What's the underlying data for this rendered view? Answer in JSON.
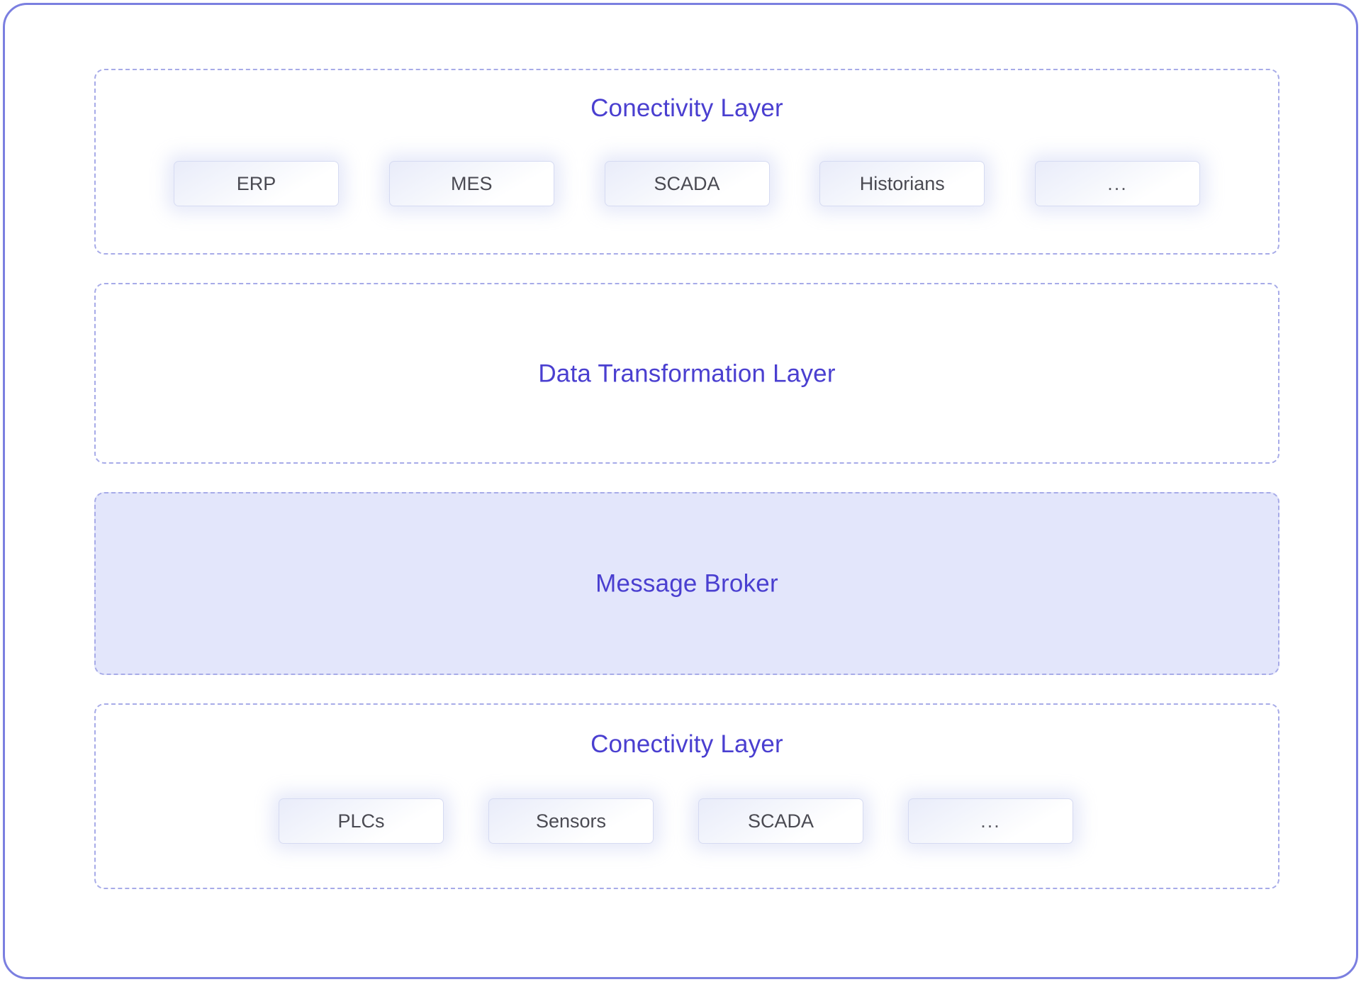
{
  "diagram": {
    "frame_border_color": "#7b7fe0",
    "layer_border_color": "#a7abe8",
    "title_color": "#4a3fd0",
    "chip_text_color": "#4a4a52",
    "broker_fill_color": "#e3e6fb",
    "layers": [
      {
        "id": "connectivity-top",
        "title": "Conectivity Layer",
        "chips": [
          {
            "label": "ERP"
          },
          {
            "label": "MES"
          },
          {
            "label": "SCADA"
          },
          {
            "label": "Historians"
          },
          {
            "label": "..."
          }
        ]
      },
      {
        "id": "data-transformation",
        "title": "Data Transformation Layer",
        "chips": []
      },
      {
        "id": "message-broker",
        "title": "Message Broker",
        "chips": []
      },
      {
        "id": "connectivity-bottom",
        "title": "Conectivity Layer",
        "chips": [
          {
            "label": "PLCs"
          },
          {
            "label": "Sensors"
          },
          {
            "label": "SCADA"
          },
          {
            "label": "..."
          }
        ]
      }
    ]
  }
}
